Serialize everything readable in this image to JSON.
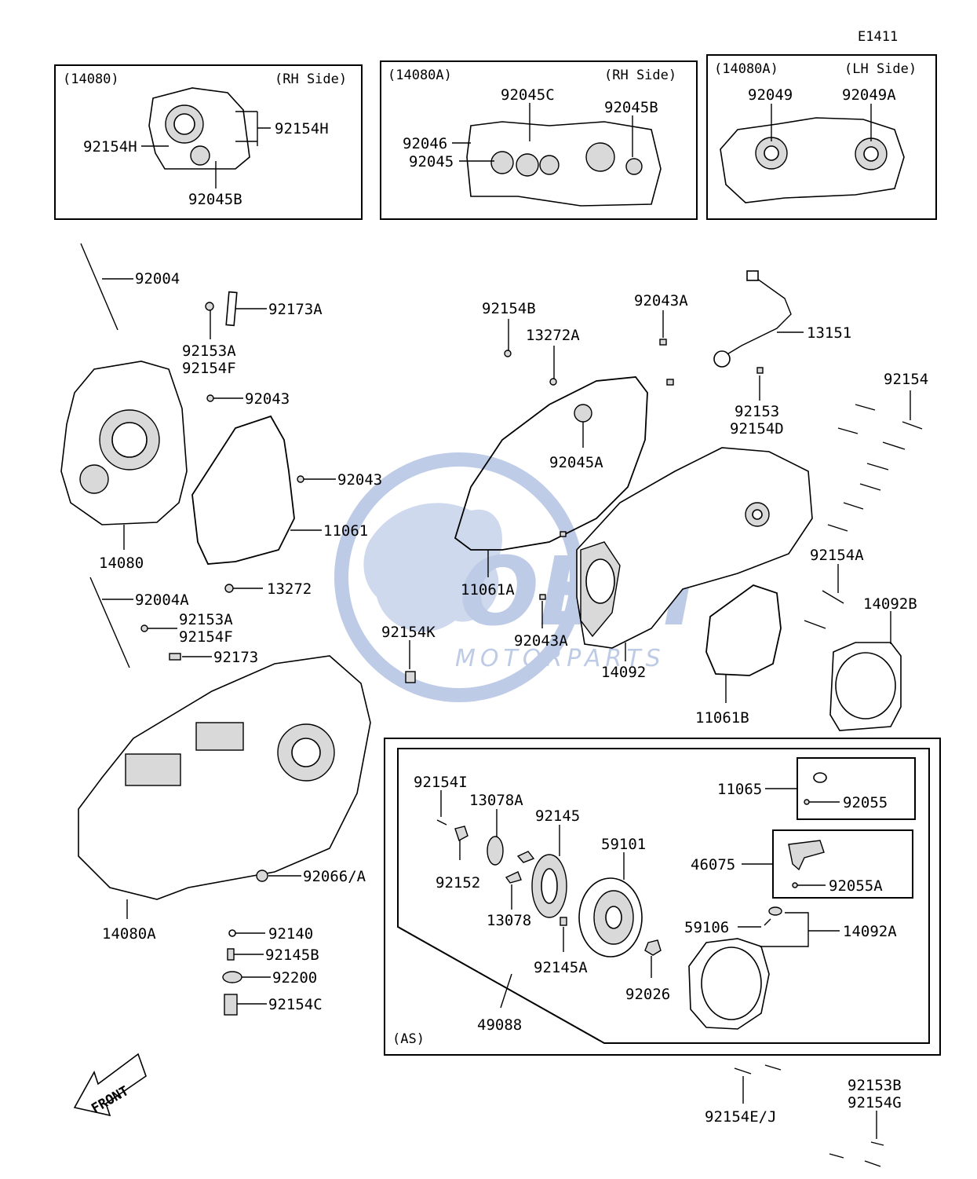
{
  "diagram_code": "E1411",
  "watermark": {
    "brand": "OEM",
    "sub": "MOTORPARTS"
  },
  "insets": [
    {
      "code": "(14080)",
      "side": "(RH Side)"
    },
    {
      "code": "(14080A)",
      "side": "(RH Side)"
    },
    {
      "code": "(14080A)",
      "side": "(LH Side)"
    }
  ],
  "assembly_label": "(AS)",
  "front_label": "FRONT",
  "callouts": {
    "i1_92154H_r": "92154H",
    "i1_92154H_l": "92154H",
    "i1_92045B": "92045B",
    "i2_92045C": "92045C",
    "i2_92045B": "92045B",
    "i2_92046": "92046",
    "i2_92045": "92045",
    "i3_92049": "92049",
    "i3_92049A": "92049A",
    "p92004": "92004",
    "p92173A": "92173A",
    "p92153A_1": "92153A",
    "p92154F_1": "92154F",
    "p92043_1": "92043",
    "p92043_2": "92043",
    "p11061": "11061",
    "p14080": "14080",
    "p92004A": "92004A",
    "p13272": "13272",
    "p92153A_2": "92153A",
    "p92154F_2": "92154F",
    "p92173": "92173",
    "p92066A": "92066/A",
    "p14080A": "14080A",
    "p92140": "92140",
    "p92145B": "92145B",
    "p92200": "92200",
    "p92154C": "92154C",
    "p92154B": "92154B",
    "p13272A": "13272A",
    "p92043A_1": "92043A",
    "p13151": "13151",
    "p92153": "92153",
    "p92154D": "92154D",
    "p92154": "92154",
    "p92045A": "92045A",
    "p11061A": "11061A",
    "p92154A": "92154A",
    "p14092B": "14092B",
    "p92154K": "92154K",
    "p92043A_2": "92043A",
    "p14092": "14092",
    "p11061B": "11061B",
    "p92154I": "92154I",
    "p13078A": "13078A",
    "p92145": "92145",
    "p59101": "59101",
    "p11065": "11065",
    "p92055": "92055",
    "p46075": "46075",
    "p92055A": "92055A",
    "p92152": "92152",
    "p13078": "13078",
    "p92145A": "92145A",
    "p59106": "59106",
    "p14092A": "14092A",
    "p92026": "92026",
    "p49088": "49088",
    "p92154EJ": "92154E/J",
    "p92153B": "92153B",
    "p92154G": "92154G"
  },
  "colors": {
    "line": "#000000",
    "watermark": "#b7c6e4",
    "background": "#ffffff"
  }
}
